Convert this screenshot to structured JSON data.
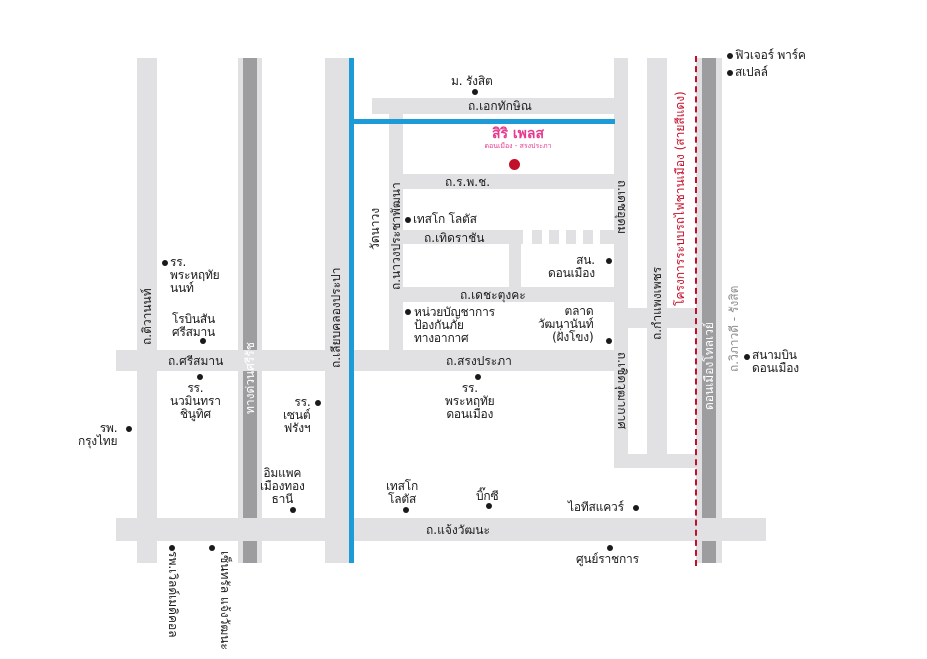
{
  "brand": {
    "name": "สิริ เพลส",
    "subtitle": "ดอนเมือง - สรงประภา",
    "color": "#e73a8f"
  },
  "colors": {
    "road": "#e1e1e3",
    "highway": "#9d9d9f",
    "canal": "#1c9bd8",
    "rail": "#c3102a",
    "marker": "#c3102a"
  },
  "roads": {
    "ekthakin": "ถ.เอกทักษิณ",
    "ropoch": "ถ.ร.พ.ช.",
    "thoetracha": "ถ.เทิดราชัน",
    "dechatungkha": "ถ.เดชะตุงคะ",
    "songprapha": "ถ.สรงประภา",
    "srisaman": "ถ.ศรีสมาน",
    "chaengwattana": "ถ.แจ้งวัฒนะ",
    "tiwanon": "ถ.ติวานนท์",
    "tollway_srirat": "ทางด่วนศรีรัช",
    "liap_khlong_prapa": "ถ.เลียบคลองประปา",
    "wat_nawong": "วัดนาวง",
    "nawong_pracha_phatthana": "ถ.นาวงประชาพัฒนา",
    "dechatungkha_v": "ถ.เดชอุดม",
    "choetwuttakat": "ถ.เชิดวุฒากาศ",
    "kamphaeng_phet": "ถ.กำแพงเพชร",
    "don_mueang_tollway": "ดอนเมืองโทลเวย์",
    "vibhavadi": "ถ.วิภาวดี - รังสิต",
    "red_line": "โครงการระบบรถไฟชานเมือง (สายสีแดง)"
  },
  "places": {
    "rangsit_univ": "ม. รังสิต",
    "future_park": "ฟิวเจอร์ พาร์ค",
    "spell": "สเปลล์",
    "tesco_lotus_1": "เทสโก โลตัส",
    "don_mueang_district": "สน.\nดอนเมือง",
    "disaster_unit": "หน่วยบัญชาการ\nป้องกันภัย\nทางอากาศ",
    "market": "ตลาด\nวัฒนานันท์\n(ฝั่งโขง)",
    "phrahruthai_nonthaburi": "รร.\nพระหฤทัย\nนนท์",
    "robinson": "โรบินสัน\nศรีสมาน",
    "navamin": "รร.\nนวมินทรา\nชินูทิศ",
    "st_francis": "รร.\nเซนต์\nฟรังฯ",
    "phrahruthai_donmueang": "รร.\nพระหฤทัย\nดอนเมือง",
    "krungthai_hospital": "รพ.\nกรุงไทย",
    "impact": "อิมแพค\nเมืองทอง\nธานี",
    "tesco_lotus_2": "เทสโก\nโลตัส",
    "big_c": "บิ๊กซี",
    "it_square": "ไอทีสแควร์",
    "don_mueang_stadium": "สนามบิน\nดอนเมือง",
    "government_center": "ศูนย์ราชการ",
    "world_medical": "รพ.เวิลด์เมดิคอล",
    "central_chaengwattana": "เซ็นทรัล\nแจ้งวัฒนะ"
  }
}
